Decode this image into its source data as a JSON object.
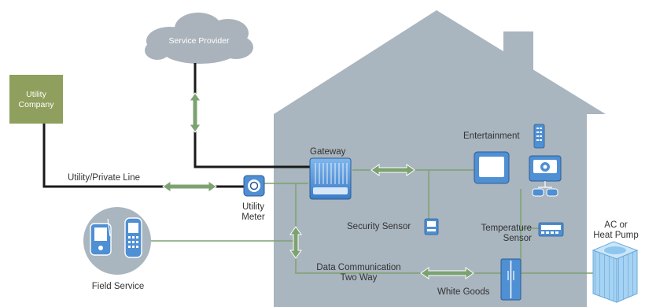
{
  "diagram": {
    "labels": {
      "service_provider": "Service Provider",
      "utility_company_line1": "Utility",
      "utility_company_line2": "Company",
      "utility_private_line": "Utility/Private Line",
      "utility_meter_line1": "Utility",
      "utility_meter_line2": "Meter",
      "gateway": "Gateway",
      "entertainment": "Entertainment",
      "security_sensor": "Security Sensor",
      "temperature_sensor_line1": "Temperature",
      "temperature_sensor_line2": "Sensor",
      "ac_line1": "AC or",
      "ac_line2": "Heat Pump",
      "field_service": "Field Service",
      "data_comm_line1": "Data Communication",
      "data_comm_line2": "Two Way",
      "white_goods": "White Goods"
    },
    "colors": {
      "house": "#a9b5bf",
      "cloud": "#aab3bb",
      "utility_company_box": "#8f9f5d",
      "wired_line": "#1a1a1a",
      "data_line": "#7da271",
      "arrow": "#7da271",
      "device_blue": "#4f8fd3"
    }
  }
}
